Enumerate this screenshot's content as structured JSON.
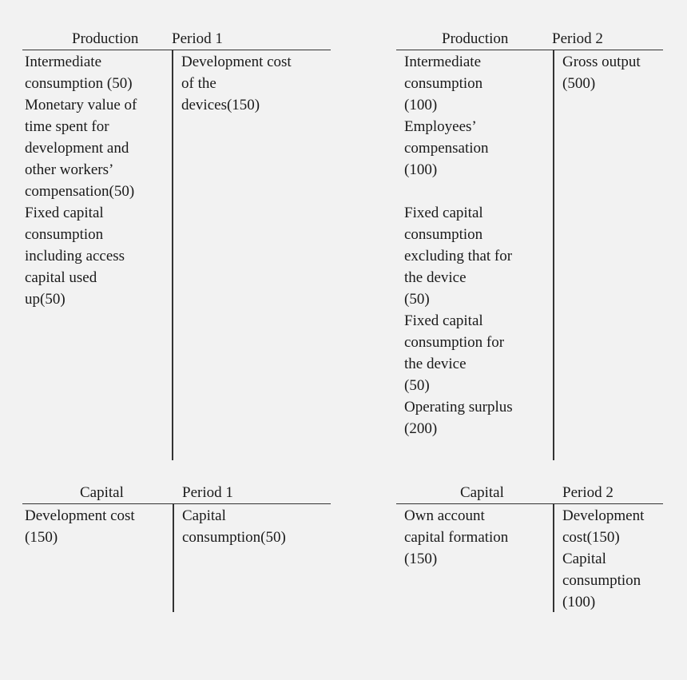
{
  "accounts": {
    "prod1": {
      "account": "Production",
      "period": "Period 1",
      "left": [
        [
          "Intermediate",
          "consumption (50)"
        ],
        [
          "Monetary value of",
          "time spent for",
          "development and",
          "other workers’",
          "compensation(50)"
        ],
        [
          "Fixed capital",
          "consumption",
          "including access",
          "capital used",
          "up(50)"
        ]
      ],
      "right": [
        [
          "Development cost",
          "of the",
          "devices(150)"
        ]
      ]
    },
    "prod2": {
      "account": "Production",
      "period": "Period 2",
      "left": [
        [
          "Intermediate",
          "consumption",
          "(100)"
        ],
        [
          "Employees’",
          "compensation",
          "(100)"
        ],
        [
          "Fixed capital",
          "consumption",
          "excluding that for",
          "the device",
          "(50)"
        ],
        [
          "Fixed capital",
          "consumption for",
          "the device",
          "(50)"
        ],
        [
          "Operating surplus",
          "(200)"
        ]
      ],
      "right": [
        [
          "Gross output",
          "(500)"
        ]
      ]
    },
    "cap1": {
      "account": "Capital",
      "period": "Period 1",
      "left": [
        [
          "Development cost",
          "(150)"
        ]
      ],
      "right": [
        [
          "Capital",
          "consumption(50)"
        ]
      ]
    },
    "cap2": {
      "account": "Capital",
      "period": "Period 2",
      "left": [
        [
          "Own account",
          "capital formation",
          "(150)"
        ]
      ],
      "right": [
        [
          "Development",
          "cost(150)"
        ],
        [
          "Capital",
          "consumption",
          "(100)"
        ]
      ]
    }
  }
}
